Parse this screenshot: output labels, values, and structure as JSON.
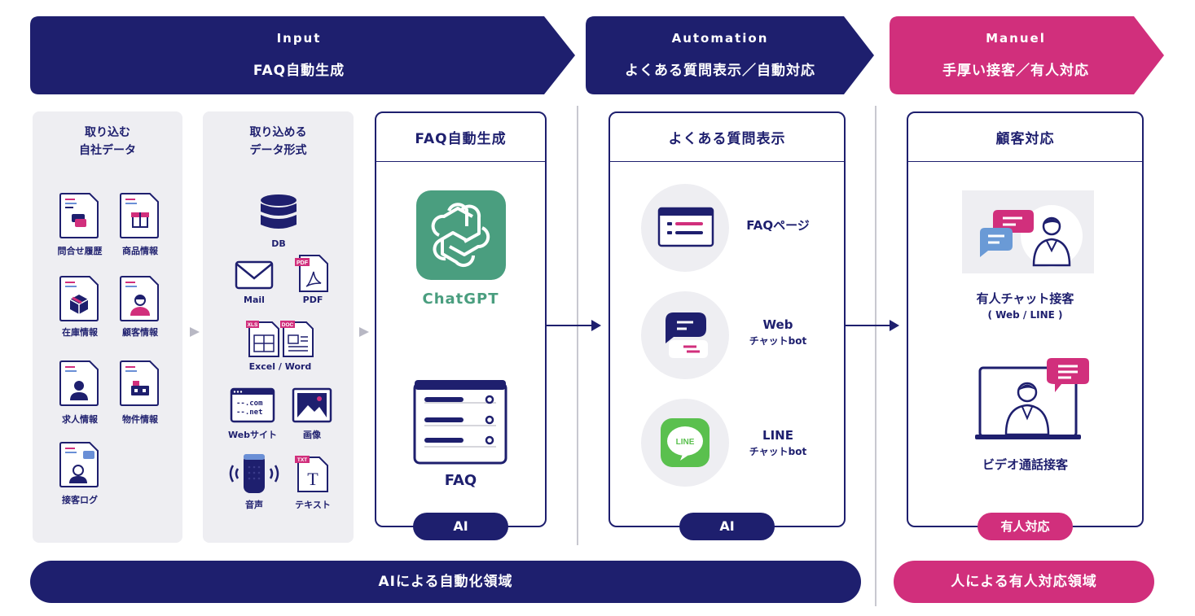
{
  "headers": {
    "input": {
      "sub": "Input",
      "title": "FAQ自動生成"
    },
    "automation": {
      "sub": "Automation",
      "title": "よくある質問表示／自動対応"
    },
    "manuel": {
      "sub": "Manuel",
      "title": "手厚い接客／有人対応"
    }
  },
  "col1": {
    "title_line1": "取り込む",
    "title_line2": "自社データ",
    "items": [
      "問合せ履歴",
      "商品情報",
      "在庫情報",
      "顧客情報",
      "求人情報",
      "物件情報",
      "接客ログ"
    ]
  },
  "col2": {
    "title_line1": "取り込める",
    "title_line2": "データ形式",
    "items": [
      "DB",
      "Mail",
      "PDF",
      "Excel / Word",
      "Webサイト",
      "画像",
      "音声",
      "テキスト"
    ],
    "badges": {
      "pdf": "PDF",
      "xls": "XLS",
      "doc": "DOC",
      "txt": "TXT",
      "com": "--.com",
      "net": "--.net",
      "t_letter": "T"
    }
  },
  "faq_panel": {
    "title": "FAQ自動生成",
    "chatgpt_label": "ChatGPT",
    "faq_label": "FAQ",
    "pill": "AI"
  },
  "auto_panel": {
    "title": "よくある質問表示",
    "items": [
      {
        "line1": "FAQページ",
        "line2": ""
      },
      {
        "line1": "Web",
        "line2": "チャットbot"
      },
      {
        "line1": "LINE",
        "line2": "チャットbot"
      }
    ],
    "line_icon_text": "LINE",
    "pill": "AI"
  },
  "manual_panel": {
    "title": "顧客対応",
    "item1_line1": "有人チャット接客",
    "item1_line2": "( Web / LINE )",
    "item2": "ビデオ通話接客",
    "pill": "有人対応"
  },
  "footer": {
    "ai_area": "AIによる自動化領域",
    "human_area": "人による有人対応領域"
  },
  "colors": {
    "navy": "#1e1f6e",
    "pink": "#d12f7c",
    "green": "#4a9e7f",
    "grey": "#eeeef2"
  }
}
